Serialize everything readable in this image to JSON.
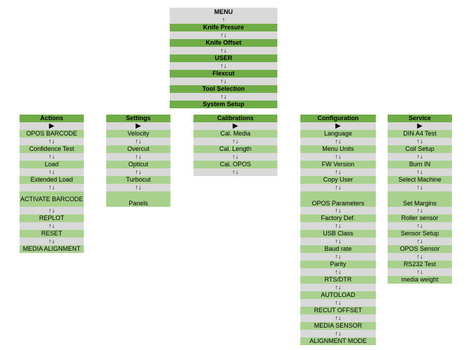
{
  "menu": {
    "title": "MENU",
    "arrow_up": "↑",
    "arrows": "↑↓",
    "items": [
      "Knife Presure",
      "Knife Offset",
      "USER",
      "Flexcut",
      "Tool Selection",
      "System Setup"
    ]
  },
  "columns": {
    "actions": {
      "header": "Actions",
      "items": [
        "OPOS BARCODE",
        "Confidence Test",
        "Load",
        "Extended Load",
        "ACTIVATE BARCODE",
        "REPLOT",
        "RESET",
        "MEDIA ALIGNMENT"
      ]
    },
    "settings": {
      "header": "Settings",
      "items": [
        "Velocity",
        "Overcut",
        "Opticut",
        "Turbocut",
        "",
        "Panels"
      ]
    },
    "calibrations": {
      "header": "Calibrations",
      "items": [
        "Cal. Media",
        "Cal. Length",
        "Cal. OPOS"
      ]
    },
    "configuration": {
      "header": "Configuration",
      "items": [
        "Language",
        "Menu Units",
        "FW Version",
        "Copy User",
        "",
        "OPOS Parameters",
        "Factory Def.",
        "USB Class",
        "Baud rate",
        "Parity",
        "RTS/DTR",
        "AUTOLOAD",
        "RECUT OFFSET",
        "MEDIA SENSOR",
        "ALIGNMENT MODE"
      ]
    },
    "service": {
      "header": "Service",
      "items": [
        "DIN A4 Test",
        "Coil Setup",
        "Burn IN",
        "Select Machine",
        "",
        "Set Margins",
        "Roller sensor",
        "Sensor Setup",
        "OPOS Sensor",
        "RS232 Test",
        "media weight"
      ]
    }
  },
  "glyphs": {
    "triangle": "▶",
    "arrows": "↑↓"
  }
}
